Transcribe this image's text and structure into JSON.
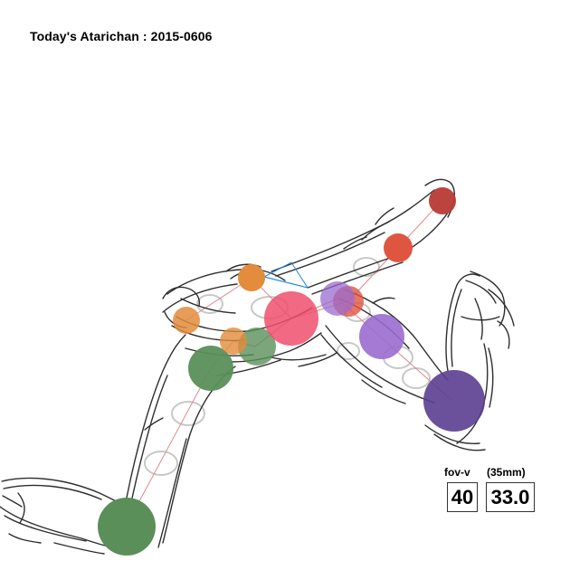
{
  "title": "Today's Atarichan : 2015-0606",
  "fov": {
    "label_v": "fov-v",
    "label_35": "(35mm)",
    "value_v": "40",
    "value_35": "33.0"
  },
  "colors": {
    "sketch": "#2e2e2e",
    "bone": "#e08a8a",
    "guide_ellipse": "#c8c8c8",
    "camera": "#1e88e5",
    "joint_green": "#5a8f5a",
    "joint_orange": "#e28c3c",
    "joint_pink": "#ef4f6c",
    "joint_purple": "#9a6bd0",
    "joint_dark_purple": "#5b3e90",
    "joint_red": "#e0553f",
    "joint_dark_red": "#b83a35"
  }
}
